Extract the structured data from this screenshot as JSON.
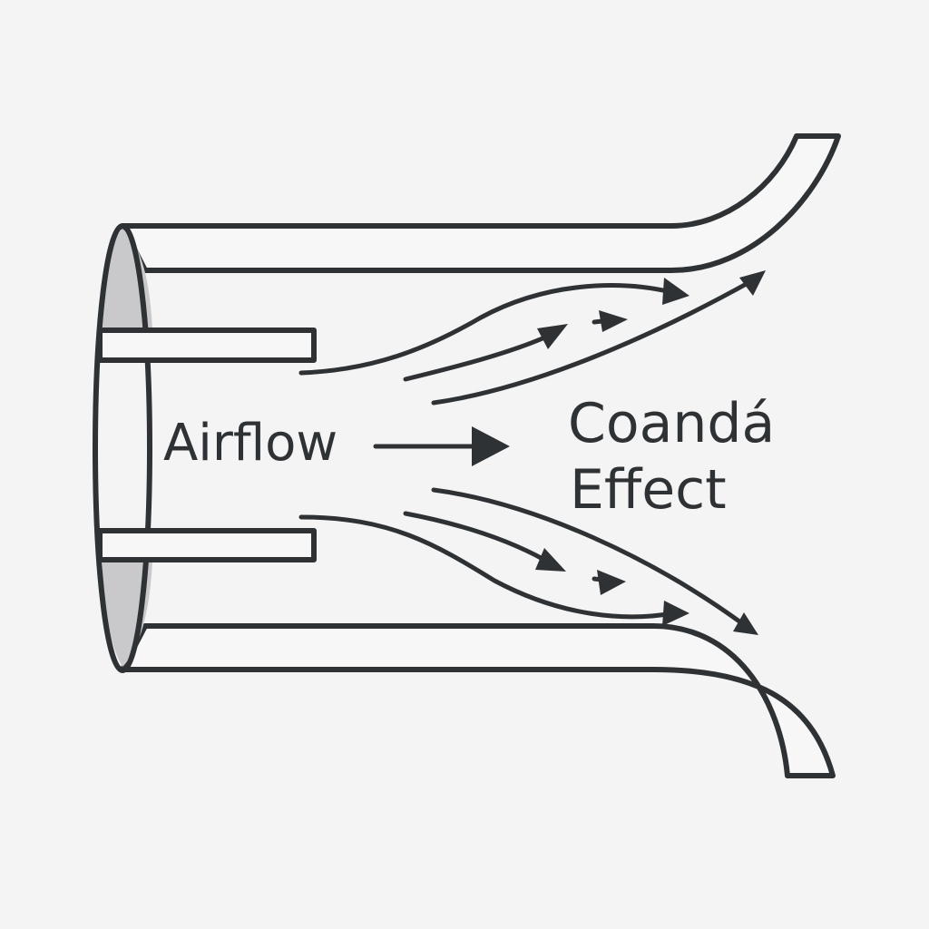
{
  "labels": {
    "airflow": "Airflow",
    "effect_line1": "Coandá",
    "effect_line2": "Effect"
  },
  "colors": {
    "background": "#f4f4f4",
    "stroke": "#2f3234",
    "inlet_shade": "#c9c9cb",
    "fill": "#f7f7f7"
  },
  "icons": {
    "flow_arrows": "arrow-right-icon",
    "main_arrow": "arrow-right-icon"
  }
}
